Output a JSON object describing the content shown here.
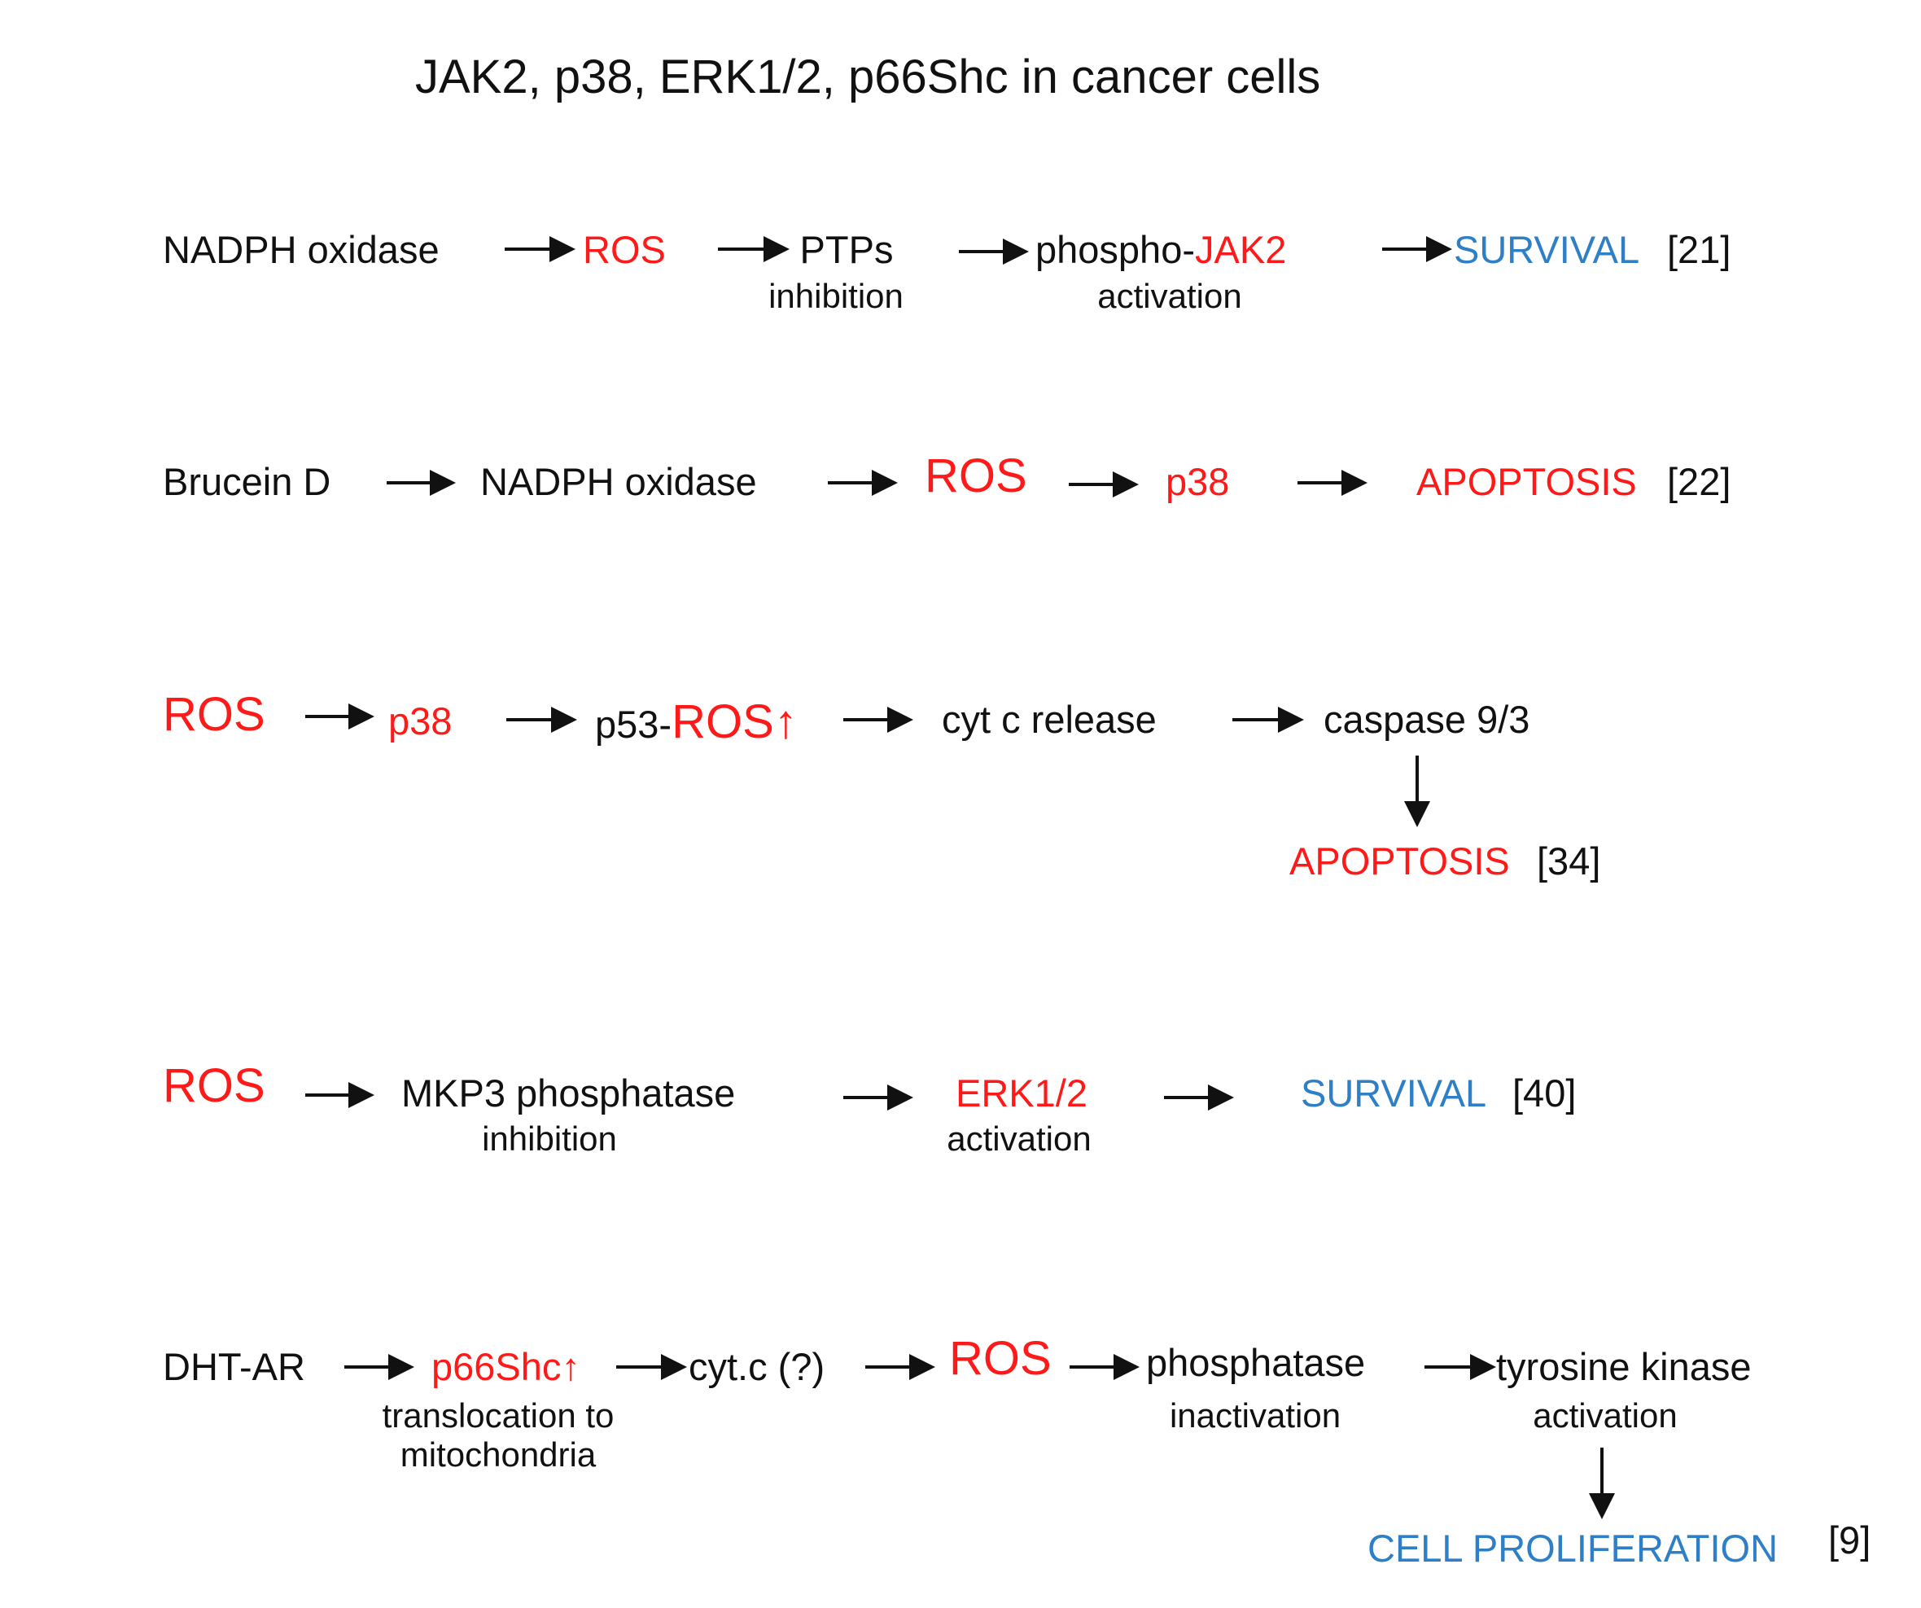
{
  "title": "JAK2,   p38,  ERK1/2,  p66Shc   in cancer cells",
  "colors": {
    "red": "#ff1a1a",
    "blue": "#2e7fc6",
    "black": "#111111"
  },
  "row1": {
    "nadph": "NADPH oxidase",
    "ros": "ROS",
    "ptps": "PTPs",
    "ptps_sub": "inhibition",
    "phospho": "phospho-",
    "jak2": "JAK2",
    "jak2_sub": "activation",
    "survival": "SURVIVAL",
    "ref": "[21]"
  },
  "row2": {
    "brucein": "Brucein D",
    "nadph": "NADPH oxidase",
    "ros": "ROS",
    "p38": "p38",
    "apoptosis": "APOPTOSIS",
    "ref": "[22]"
  },
  "row3": {
    "ros": "ROS",
    "p38": "p38",
    "p53": "p53-",
    "ros_up": "ROS↑",
    "cytc": "cyt  c release",
    "caspase": "caspase 9/3",
    "apoptosis": "APOPTOSIS",
    "ref": "[34]"
  },
  "row4": {
    "ros": "ROS",
    "mkp3": "MKP3 phosphatase",
    "mkp3_sub": "inhibition",
    "erk": "ERK1/2",
    "erk_sub": "activation",
    "survival": "SURVIVAL",
    "ref": "[40]"
  },
  "row5": {
    "dht": "DHT-AR",
    "p66": "p66Shc↑",
    "p66_sub1": "translocation to",
    "p66_sub2": "mitochondria",
    "cytc": "cyt.c (?)",
    "ros": "ROS",
    "phosphatase": "phosphatase",
    "phosphatase_sub": "inactivation",
    "tk": "tyrosine  kinase",
    "tk_sub": "activation",
    "prolif": "CELL PROLIFERATION",
    "ref": "[9]"
  }
}
